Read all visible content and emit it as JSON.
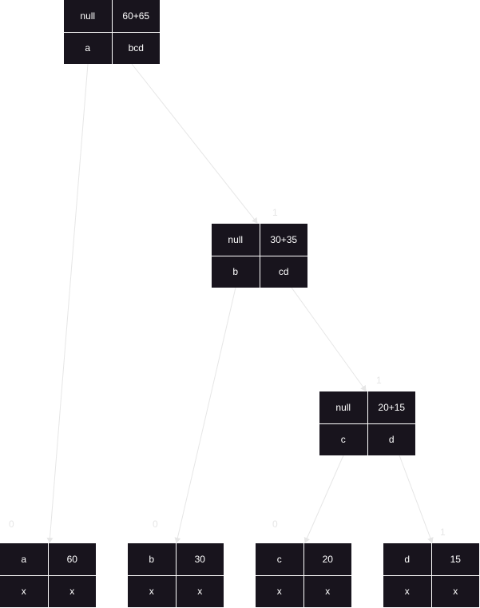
{
  "colors": {
    "node_fill": "#18141d",
    "node_text": "#ffffff",
    "edge": "#e6e6e6",
    "label": "#e6e6e6"
  },
  "nodes": {
    "root": {
      "top_left": "null",
      "top_right": "60+65",
      "bottom_left": "a",
      "bottom_right": "bcd"
    },
    "n_bcd": {
      "top_left": "null",
      "top_right": "30+35",
      "bottom_left": "b",
      "bottom_right": "cd"
    },
    "n_cd": {
      "top_left": "null",
      "top_right": "20+15",
      "bottom_left": "c",
      "bottom_right": "d"
    },
    "leaf_a": {
      "top_left": "a",
      "top_right": "60",
      "bottom_left": "x",
      "bottom_right": "x"
    },
    "leaf_b": {
      "top_left": "b",
      "top_right": "30",
      "bottom_left": "x",
      "bottom_right": "x"
    },
    "leaf_c": {
      "top_left": "c",
      "top_right": "20",
      "bottom_left": "x",
      "bottom_right": "x"
    },
    "leaf_d": {
      "top_left": "d",
      "top_right": "15",
      "bottom_left": "x",
      "bottom_right": "x"
    }
  },
  "edge_labels": {
    "root_to_a": "0",
    "root_to_bcd": "1",
    "bcd_to_b": "0",
    "bcd_to_cd": "1",
    "cd_to_c": "0",
    "cd_to_d": "1"
  }
}
